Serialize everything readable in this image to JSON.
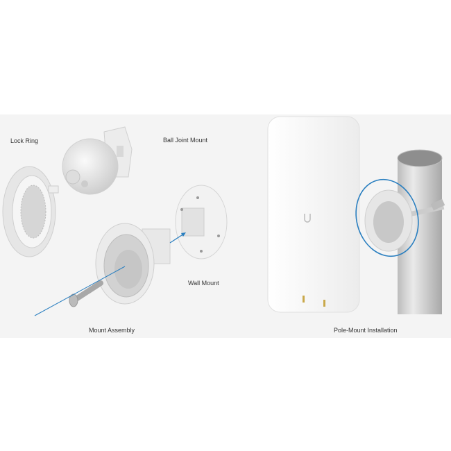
{
  "labels": {
    "lock_ring": "Lock Ring",
    "ball_joint_mount": "Ball Joint Mount",
    "wall_mount": "Wall Mount",
    "mount_assembly": "Mount Assembly",
    "pole_mount_installation": "Pole-Mount Installation"
  },
  "colors": {
    "accent": "#2a7fc0",
    "background": "#f4f4f4"
  }
}
